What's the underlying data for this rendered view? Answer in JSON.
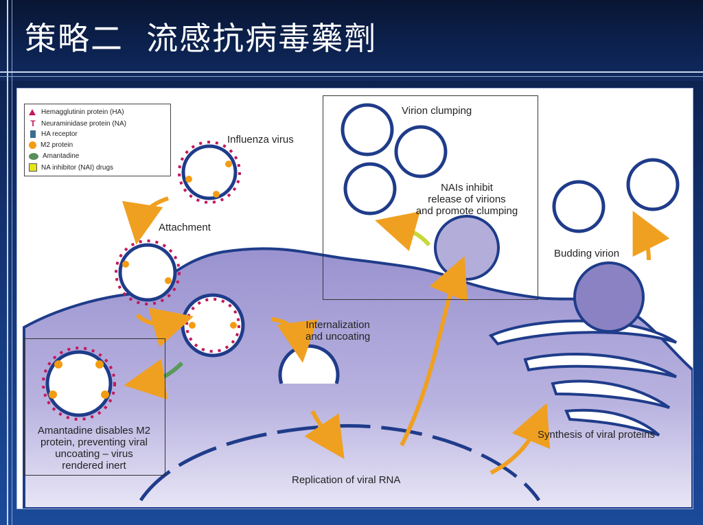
{
  "slide": {
    "title": "策略二  流感抗病毒藥劑"
  },
  "legend": {
    "items": [
      {
        "label": "Hemagglutinin protein (HA)",
        "color": "#c2185b",
        "icon": "triangle"
      },
      {
        "label": "Neuraminidase protein (NA)",
        "color": "#c2185b",
        "icon": "t-shape"
      },
      {
        "label": "HA receptor",
        "color": "#3b6e8f",
        "icon": "receptor"
      },
      {
        "label": "M2 protein",
        "color": "#f39c12",
        "icon": "circle"
      },
      {
        "label": "Amantadine",
        "color": "#5a8f5a",
        "icon": "ellipse"
      },
      {
        "label": "NA inhibitor (NAI) drugs",
        "color": "#e8e31a",
        "icon": "square"
      }
    ]
  },
  "labels": {
    "influenza_virus": "Influenza virus",
    "attachment": "Attachment",
    "internalization": "Internalization\nand uncoating",
    "replication": "Replication of viral RNA",
    "synthesis": "Synthesis of viral proteins",
    "budding": "Budding virion",
    "virion_clumping": "Virion clumping",
    "nai_text": "NAIs inhibit\nrelease of virions\nand promote clumping",
    "amantadine_text": "Amantadine disables M2\nprotein, preventing viral\nuncoating – virus\nrendered inert"
  },
  "colors": {
    "cell": "#8a82c2",
    "membrane": "#1f3c8a",
    "arrow_orange": "#f0a020",
    "arrow_green": "#5a9a5a",
    "arrow_yellowgreen": "#c8d83a"
  }
}
